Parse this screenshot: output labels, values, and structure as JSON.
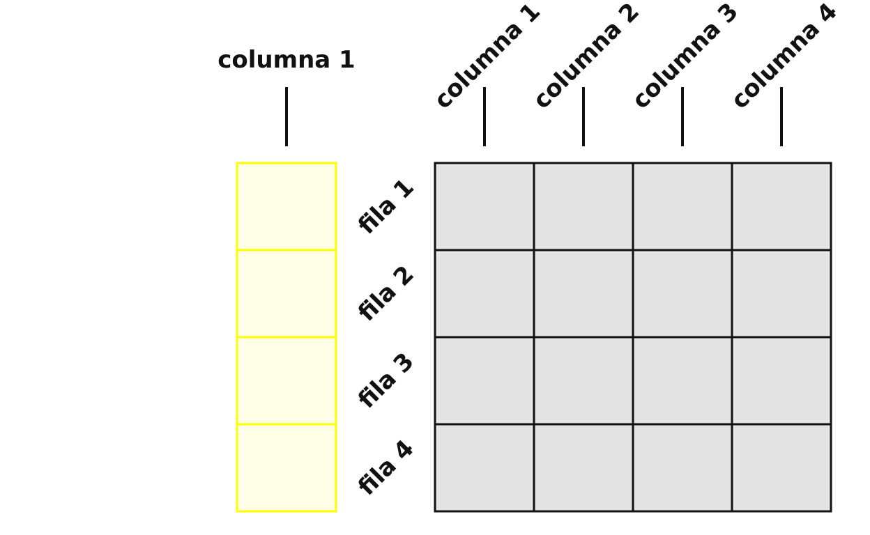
{
  "single_column": {
    "header": "columna 1",
    "cells": [
      "",
      "",
      "",
      ""
    ],
    "fill_color": "#FFFFE8",
    "border_color": "#FFFF00"
  },
  "grid": {
    "column_headers": [
      "columna 1",
      "columna 2",
      "columna 3",
      "columna 4"
    ],
    "row_headers": [
      "fila 1",
      "fila 2",
      "fila 3",
      "fila 4"
    ],
    "fill_color": "#E4E4E4",
    "border_color": "#111111"
  }
}
